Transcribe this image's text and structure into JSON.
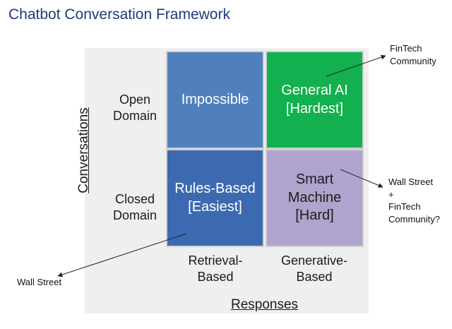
{
  "title": "Chatbot Conversation Framework",
  "y_axis_label": "Conversations",
  "x_axis_label": "Responses",
  "row_labels": [
    "Open\nDomain",
    "Closed\nDomain"
  ],
  "column_labels": [
    "Retrieval-\nBased",
    "Generative-\nBased"
  ],
  "cells": {
    "open_retrieval": "Impossible",
    "open_generative": "General AI\n[Hardest]",
    "closed_retrieval": "Rules-Based\n[Easiest]",
    "closed_generative": "Smart\nMachine\n[Hard]"
  },
  "annotations": {
    "top_right": "FinTech\nCommunity",
    "middle_right": "Wall Street\n+\nFinTech\nCommunity?",
    "bottom_left": "Wall Street"
  },
  "colors": {
    "impossible": "#4f80bd",
    "general_ai": "#12b04e",
    "rules_based": "#3c6ab0",
    "smart_machine": "#b0a3cd",
    "title": "#1f3a7a"
  }
}
